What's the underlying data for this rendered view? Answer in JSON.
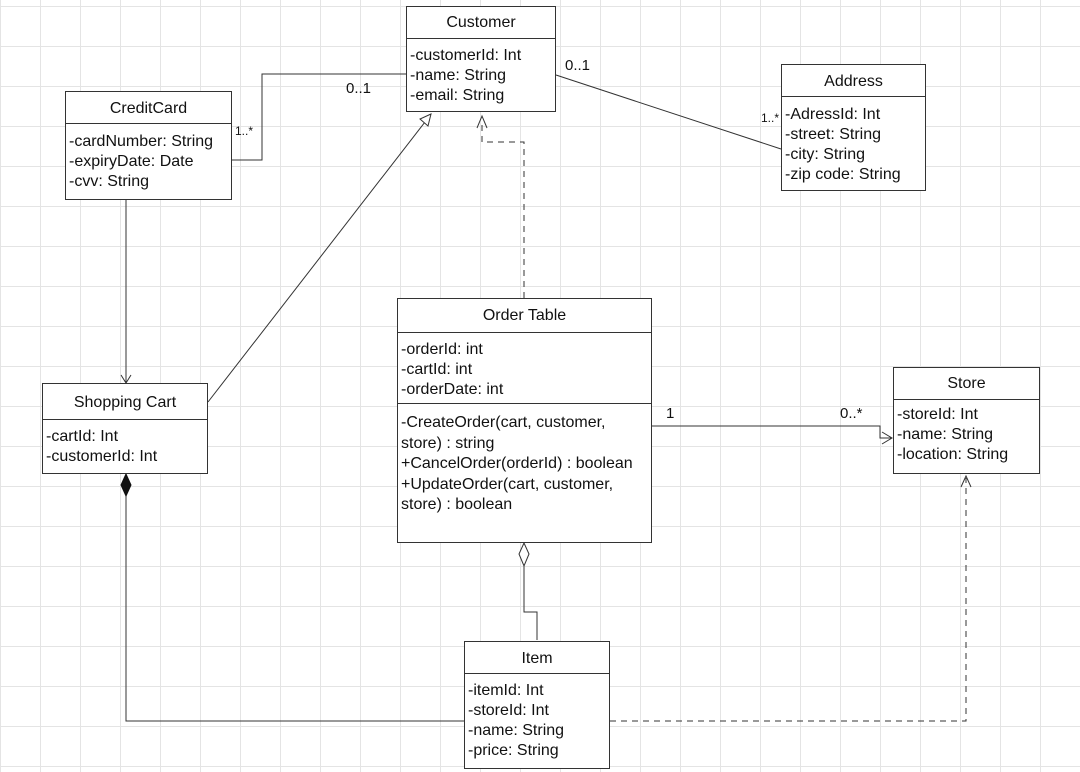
{
  "diagram": {
    "classes": {
      "customer": {
        "name": "Customer",
        "attributes": [
          "-customerId: Int",
          "-name: String",
          "-email: String"
        ]
      },
      "address": {
        "name": "Address",
        "attributes": [
          "-AdressId: Int",
          "-street: String",
          "-city: String",
          "-zip code: String"
        ]
      },
      "credit_card": {
        "name": "CreditCard",
        "attributes": [
          "-cardNumber: String",
          "-expiryDate: Date",
          "-cvv: String"
        ]
      },
      "order_table": {
        "name": "Order Table",
        "attributes": [
          "-orderId: int",
          "-cartId: int",
          "-orderDate: int"
        ],
        "operations": [
          "-CreateOrder(cart, customer,",
          "store) : string",
          "+CancelOrder(orderId) : boolean",
          "+UpdateOrder(cart, customer,",
          "store) : boolean"
        ]
      },
      "shopping_cart": {
        "name": "Shopping Cart",
        "attributes": [
          "-cartId: Int",
          "-customerId: Int"
        ]
      },
      "store": {
        "name": "Store",
        "attributes": [
          "-storeId: Int",
          "-name: String",
          "-location: String"
        ]
      },
      "item": {
        "name": "Item",
        "attributes": [
          "-itemId: Int",
          "-storeId: Int",
          "-name: String",
          "-price: String"
        ]
      }
    },
    "multiplicities": {
      "customer_to_address": "0..1",
      "address_from_customer": "1..*",
      "customer_to_creditcard": "0..1",
      "creditcard_to_customer": "1..*",
      "order_to_store": "1",
      "store_from_order": "0..*"
    },
    "relationships": [
      {
        "from": "Customer",
        "to": "Address",
        "kind": "association"
      },
      {
        "from": "CreditCard",
        "to": "Customer",
        "kind": "association"
      },
      {
        "from": "CreditCard",
        "to": "Shopping Cart",
        "kind": "directed association"
      },
      {
        "from": "Shopping Cart",
        "to": "Customer",
        "kind": "generalization"
      },
      {
        "from": "Order Table",
        "to": "Customer",
        "kind": "realization"
      },
      {
        "from": "Order Table",
        "to": "Store",
        "kind": "directed association"
      },
      {
        "from": "Item",
        "to": "Order Table",
        "kind": "aggregation"
      },
      {
        "from": "Item",
        "to": "Shopping Cart",
        "kind": "composition"
      },
      {
        "from": "Item",
        "to": "Store",
        "kind": "dependency"
      }
    ],
    "colors": {
      "line": "#333333",
      "grid": "#e4e4e4",
      "background": "#ffffff"
    }
  }
}
